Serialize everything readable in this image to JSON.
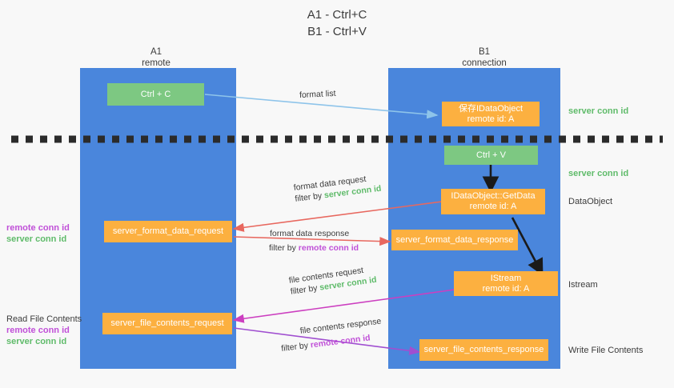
{
  "title": "A1 - Ctrl+C\nB1 - Ctrl+V",
  "colors": {
    "background": "#f8f8f8",
    "lane": "#4a86dc",
    "node_green": "#7dc882",
    "node_orange": "#fcb040",
    "accent_green_text": "#5fbb6a",
    "accent_purple_text": "#c050d8",
    "arrow_blue": "#8ec4ea",
    "arrow_red": "#e8685f",
    "arrow_magenta": "#cc3fc0",
    "arrow_purple": "#a04fd0",
    "arrow_black": "#1a1a1a",
    "divider": "#2b2b2b"
  },
  "columns": [
    {
      "id": "a1",
      "title": "A1\nremote"
    },
    {
      "id": "b1",
      "title": "B1\nconnection"
    }
  ],
  "nodes": [
    {
      "id": "ctrl-c",
      "label": "Ctrl + C",
      "style": "green"
    },
    {
      "id": "save-idataobject",
      "label": "保存IDataObject\nremote id: A",
      "style": "orange"
    },
    {
      "id": "ctrl-v",
      "label": "Ctrl + V",
      "style": "green"
    },
    {
      "id": "idataobject-getdata",
      "label": "IDataObject::GetData\nremote id: A",
      "style": "orange"
    },
    {
      "id": "server-format-data-request",
      "label": "server_format_data_request",
      "style": "orange"
    },
    {
      "id": "server-format-data-response",
      "label": "server_format_data_response",
      "style": "orange"
    },
    {
      "id": "istream",
      "label": "IStream\nremote id: A",
      "style": "orange"
    },
    {
      "id": "server-file-contents-request",
      "label": "server_file_contents_request",
      "style": "orange"
    },
    {
      "id": "server-file-contents-response",
      "label": "server_file_contents_response",
      "style": "orange"
    }
  ],
  "right_annotations": [
    {
      "id": "server-conn-id-top",
      "text": "server conn id",
      "kind": "green"
    },
    {
      "id": "server-conn-id-second",
      "text": "server conn id",
      "kind": "green"
    },
    {
      "id": "dataobject",
      "text": "DataObject",
      "kind": "plain"
    },
    {
      "id": "istream-label",
      "text": "Istream",
      "kind": "plain"
    },
    {
      "id": "write-file-contents",
      "text": "Write File Contents",
      "kind": "plain"
    }
  ],
  "left_annotations": [
    {
      "id": "format-conn-ids",
      "remote": "remote conn id",
      "server": "server conn id",
      "heading": ""
    },
    {
      "id": "read-file-contents",
      "remote": "remote conn id",
      "server": "server conn id",
      "heading": "Read File Contents"
    }
  ],
  "edges": [
    {
      "id": "format-list",
      "line1": "format list",
      "filter_prefix": "",
      "filter_key": "",
      "filter_kind": ""
    },
    {
      "id": "format-data-request",
      "line1": "format data request",
      "filter_prefix": "filter by",
      "filter_key": "server conn id",
      "filter_kind": "green"
    },
    {
      "id": "format-data-response",
      "line1": "format data response",
      "filter_prefix": "filter by",
      "filter_key": "remote conn id",
      "filter_kind": "purple"
    },
    {
      "id": "file-contents-request",
      "line1": "file contents request",
      "filter_prefix": "filter by",
      "filter_key": "server conn id",
      "filter_kind": "green"
    },
    {
      "id": "file-contents-response",
      "line1": "file contents response",
      "filter_prefix": "filter by",
      "filter_key": "remote conn id",
      "filter_kind": "purple"
    }
  ]
}
